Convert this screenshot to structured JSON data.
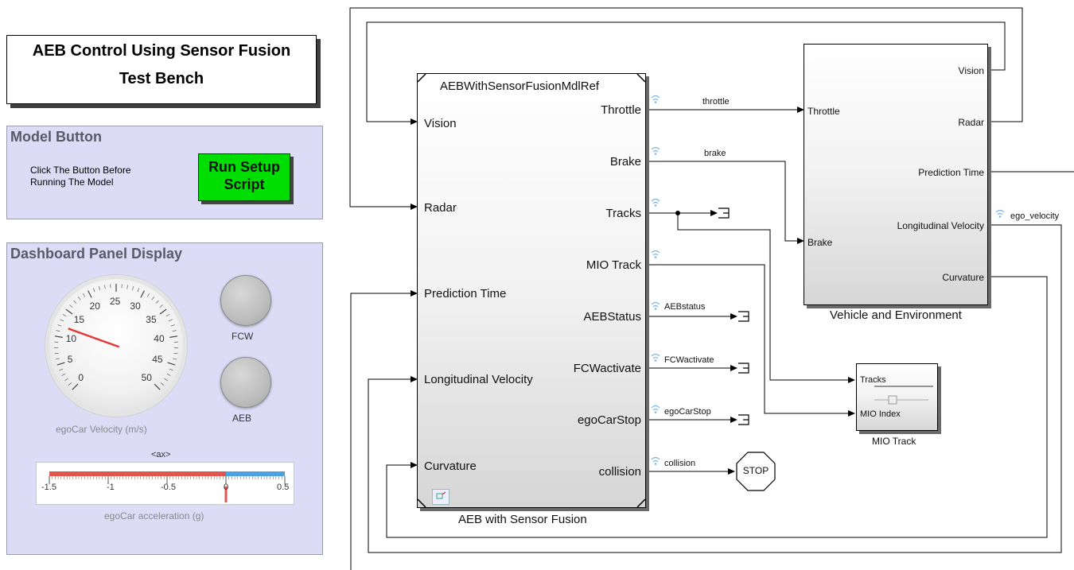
{
  "title": {
    "line1": "AEB Control Using Sensor Fusion",
    "line2": "Test Bench"
  },
  "model_panel": {
    "title": "Model Button",
    "instruction_line1": "Click The Button Before",
    "instruction_line2": "Running The Model",
    "button_line1": "Run Setup",
    "button_line2": "Script"
  },
  "dashboard": {
    "title": "Dashboard Panel Display",
    "gauge": {
      "ticks": [
        "0",
        "5",
        "10",
        "15",
        "20",
        "25",
        "30",
        "35",
        "40",
        "45",
        "50"
      ],
      "caption": "egoCar Velocity (m/s)",
      "min": 0,
      "max": 50,
      "needle_value": 12
    },
    "lamps": [
      {
        "label": "FCW",
        "color": "#c0c0c0"
      },
      {
        "label": "AEB",
        "color": "#c0c0c0"
      }
    ],
    "accel_bar": {
      "axis_title": "<ax>",
      "ticks": [
        "-1.5",
        "-1",
        "-0.5",
        "0",
        "0.5"
      ],
      "caption": "egoCar acceleration (g)",
      "min": -1.5,
      "max": 0.5,
      "value": 0,
      "negative_color": "#e0554e",
      "positive_color": "#4aa3e0"
    }
  },
  "aeb_block": {
    "name": "AEBWithSensorFusionMdlRef",
    "caption": "AEB with Sensor Fusion",
    "inputs": [
      "Vision",
      "Radar",
      "Prediction Time",
      "Longitudinal Velocity",
      "Curvature"
    ],
    "outputs": [
      "Throttle",
      "Brake",
      "Tracks",
      "MIO Track",
      "AEBStatus",
      "FCWactivate",
      "egoCarStop",
      "collision"
    ]
  },
  "vehicle_block": {
    "caption": "Vehicle and Environment",
    "inputs": [
      "Throttle",
      "Brake"
    ],
    "outputs": [
      "Vision",
      "Radar",
      "Prediction Time",
      "Longitudinal Velocity",
      "Curvature"
    ]
  },
  "mio_block": {
    "caption": "MIO Track",
    "inputs": [
      "Tracks",
      "MIO Index"
    ]
  },
  "signals": {
    "throttle": "throttle",
    "brake": "brake",
    "aeb_status": "AEBstatus",
    "fcw_activate": "FCWactivate",
    "ego_car_stop": "egoCarStop",
    "collision": "collision",
    "ego_velocity": "ego_velocity"
  },
  "stop_block": {
    "label": "STOP"
  },
  "colors": {
    "panel": "#dcdcf7",
    "run_button": "#00dd00",
    "needle": "#e23b3b",
    "wifi": "#7fb6e6"
  }
}
